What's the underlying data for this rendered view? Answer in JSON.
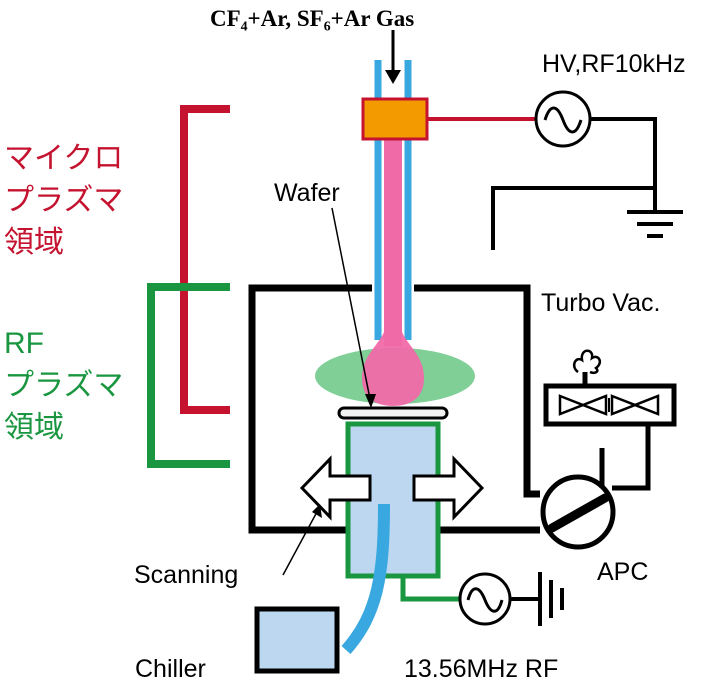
{
  "labels": {
    "gas": "CF₄+Ar, SF₆+Ar Gas",
    "hv": "HV,RF10kHz",
    "wafer": "Wafer",
    "turbo": "Turbo Vac.",
    "apc": "APC",
    "scanning": "Scanning",
    "chiller": "Chiller",
    "rf_source": "13.56MHz RF",
    "micro_region": [
      "マイクロ",
      "プラズマ",
      "領域"
    ],
    "rf_region": [
      "RF",
      "プラズマ",
      "領域"
    ]
  },
  "colors": {
    "micro": "#c4122f",
    "rf": "#1a9641",
    "tube": "#3aa8e0",
    "plasma_jet": "#f06aa8",
    "plasma_rf": "#7fcf96",
    "electrode": "#f29a00",
    "stage": "#bcd7ef",
    "line": "#000000"
  },
  "icons": [
    "ac-source-icon",
    "ground-icon",
    "turbo-pump-icon",
    "valve-icon",
    "double-arrow-icon"
  ]
}
